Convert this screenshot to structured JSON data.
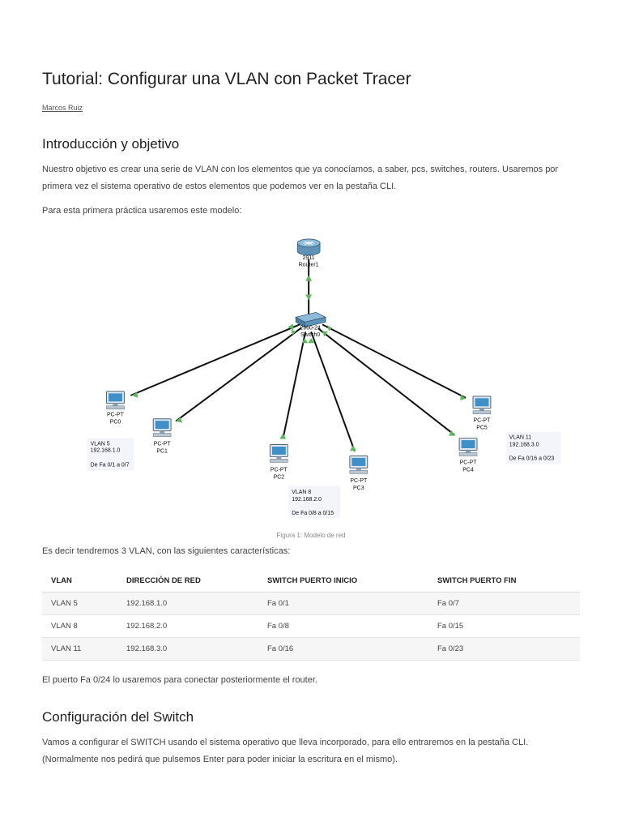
{
  "article": {
    "title": "Tutorial: Configurar una VLAN con Packet Tracer",
    "author": "Marcos Ruiz",
    "section1_heading": "Introducción y objetivo",
    "intro_p1": "Nuestro objetivo es crear una serie de VLAN con los elementos que ya conocíamos, a saber, pcs, switches, routers. Usaremos por primera vez el sistema operativo de estos elementos que podemos ver en la pestaña CLI.",
    "intro_p2": "Para esta primera práctica usaremos este modelo:",
    "figure_caption": "Figura 1: Modelo de red",
    "intro_p3": "Es decir tendremos 3 VLAN, con las siguientes características:",
    "after_table": "El puerto Fa 0/24 lo usaremos para conectar posteriormente el router.",
    "section2_heading": "Configuración del Switch",
    "section2_p1": "Vamos a configurar el SWITCH usando el sistema operativo que lleva incorporado, para ello entraremos en la pestaña CLI. (Normalmente nos pedirá que pulsemos Enter para poder iniciar la escritura en el mismo)."
  },
  "diagram": {
    "router": {
      "model": "2911",
      "name": "Router1"
    },
    "switch": {
      "model": "2960-24",
      "name": "Switch0"
    },
    "pcs": [
      {
        "type": "PC-PT",
        "name": "PC0"
      },
      {
        "type": "PC-PT",
        "name": "PC1"
      },
      {
        "type": "PC-PT",
        "name": "PC2"
      },
      {
        "type": "PC-PT",
        "name": "PC3"
      },
      {
        "type": "PC-PT",
        "name": "PC4"
      },
      {
        "type": "PC-PT",
        "name": "PC5"
      }
    ],
    "notes": [
      {
        "l1": "VLAN 5",
        "l2": "192.168.1.0",
        "l3": "De Fa 0/1 a 0/7"
      },
      {
        "l1": "VLAN 8",
        "l2": "192.168.2.0",
        "l3": "De Fa 0/8 a 0/15"
      },
      {
        "l1": "VLAN 11",
        "l2": "192.168.3.0",
        "l3": "De Fa 0/16 a 0/23"
      }
    ]
  },
  "table": {
    "headers": [
      "VLAN",
      "DIRECCIÓN DE RED",
      "SWITCH PUERTO INICIO",
      "SWITCH PUERTO FIN"
    ],
    "rows": [
      [
        "VLAN 5",
        "192.168.1.0",
        "Fa 0/1",
        "Fa 0/7"
      ],
      [
        "VLAN 8",
        "192.168.2.0",
        "Fa 0/8",
        "Fa 0/15"
      ],
      [
        "VLAN 11",
        "192.168.3.0",
        "Fa 0/16",
        "Fa 0/23"
      ]
    ]
  },
  "colors": {
    "link": "#111111",
    "port_up": "#5cb85c",
    "note_bg": "#f4f4fb",
    "device": "#4a8ab5"
  }
}
